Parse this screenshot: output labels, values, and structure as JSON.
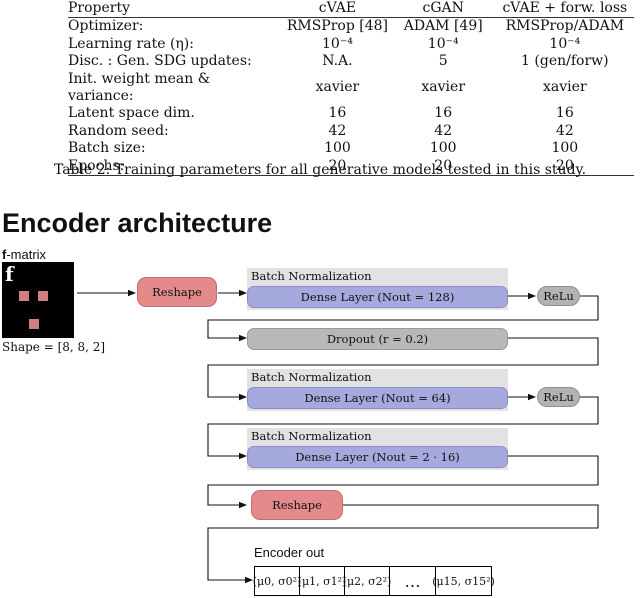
{
  "table": {
    "headers": [
      "Property",
      "cVAE",
      "cGAN",
      "cVAE + forw. loss"
    ],
    "rows": [
      [
        "Optimizer:",
        "RMSProp [48]",
        "ADAM [49]",
        "RMSProp/ADAM"
      ],
      [
        "Learning rate (η):",
        "10⁻⁴",
        "10⁻⁴",
        "10⁻⁴"
      ],
      [
        "Disc. : Gen. SDG updates:",
        "N.A.",
        "5",
        "1 (gen/forw)"
      ],
      [
        "Init. weight mean & variance:",
        "xavier",
        "xavier",
        "xavier"
      ],
      [
        "Latent space dim.",
        "16",
        "16",
        "16"
      ],
      [
        "Random seed:",
        "42",
        "42",
        "42"
      ],
      [
        "Batch size:",
        "100",
        "100",
        "100"
      ],
      [
        "Epochs:",
        "20",
        "20",
        "20"
      ]
    ],
    "caption": "Table 2: Training parameters for all generative models tested in this study."
  },
  "diagram": {
    "title": "Encoder architecture",
    "input": {
      "label_bold": "f",
      "label_rest": "-matrix",
      "matrix_glyph": "f",
      "shape": "Shape = [8, 8, 2]"
    },
    "reshape_1": "Reshape",
    "block_1": {
      "norm": "Batch Normalization",
      "dense": "Dense Layer (Nout = 128)",
      "activation": "ReLu"
    },
    "dropout": "Dropout (r = 0.2)",
    "block_2": {
      "norm": "Batch Normalization",
      "dense": "Dense Layer (Nout = 64)",
      "activation": "ReLu"
    },
    "block_3": {
      "norm": "Batch Normalization",
      "dense": "Dense Layer (Nout = 2 · 16)"
    },
    "reshape_2": "Reshape",
    "output": {
      "label": "Encoder out",
      "cells": [
        "(μ0, σ0²)",
        "(μ1, σ1²)",
        "(μ2, σ2²)",
        "…",
        "(μ15, σ15²)"
      ]
    }
  },
  "colors": {
    "reshape": "#e58a8a",
    "dense": "#a5a9dd",
    "relu": "#b3b3b3",
    "batch_norm": "#e2e2e2",
    "matrix_cell": "#d27e7e"
  }
}
